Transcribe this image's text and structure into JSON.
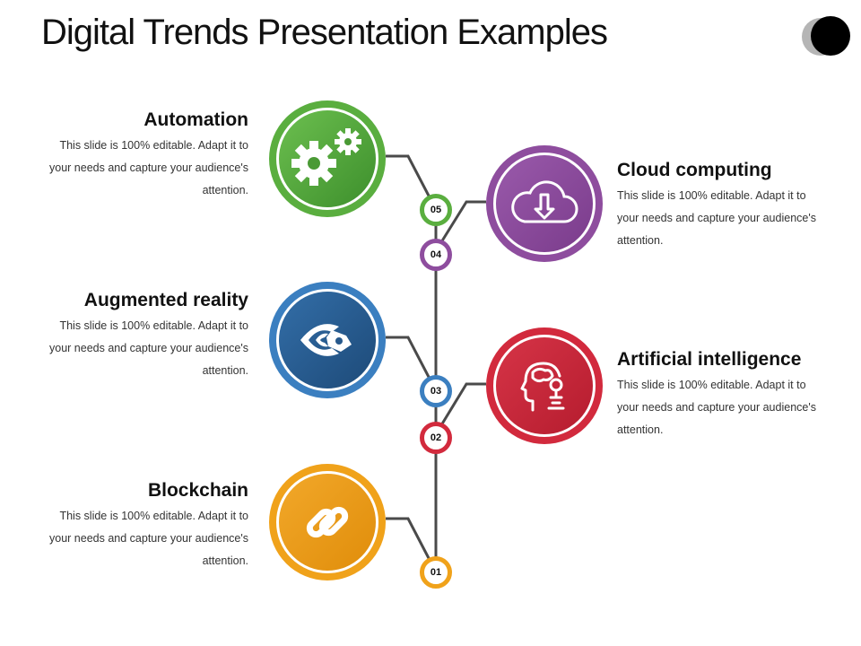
{
  "title": "Digital Trends Presentation Examples",
  "colors": {
    "green": "#5aae3f",
    "purple": "#8e4d9e",
    "blue": "#3b7fc0",
    "red": "#d22a3d",
    "orange": "#f0a21a",
    "connector": "#4a4a4a"
  },
  "items": [
    {
      "number": "05",
      "title": "Automation",
      "text": "This slide is 100% editable. Adapt it to your needs and capture your audience's attention.",
      "icon": "gears-icon",
      "side": "left"
    },
    {
      "number": "04",
      "title": "Cloud computing",
      "text": "This slide is 100% editable. Adapt it to your needs and capture your audience's attention.",
      "icon": "cloud-download-icon",
      "side": "right"
    },
    {
      "number": "03",
      "title": "Augmented reality",
      "text": "This slide is 100% editable. Adapt it to your needs and capture your audience's attention.",
      "icon": "eye-ar-icon",
      "side": "left"
    },
    {
      "number": "02",
      "title": "Artificial intelligence",
      "text": "This slide is 100% editable. Adapt it to your needs and capture your audience's attention.",
      "icon": "ai-head-icon",
      "side": "right"
    },
    {
      "number": "01",
      "title": "Blockchain",
      "text": "This slide is 100% editable. Adapt it to your needs and capture your audience's attention.",
      "icon": "chain-link-icon",
      "side": "left"
    }
  ]
}
